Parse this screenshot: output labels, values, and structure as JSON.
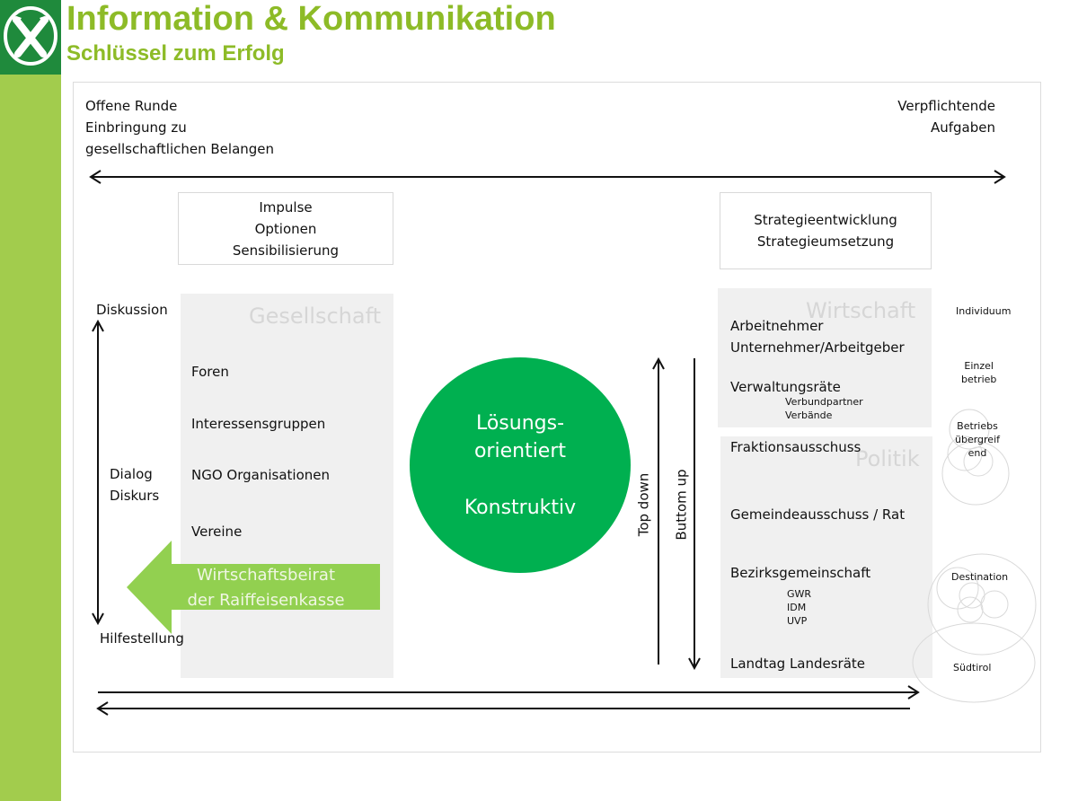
{
  "header": {
    "title": "Information & Kommunikation",
    "subtitle": "Schlüssel zum Erfolg",
    "logo_icon": "raiffeisen-crossed-horse-heads-icon"
  },
  "colors": {
    "brand_dark_green": "#1f8a3c",
    "sidebar_green": "#a2cc4d",
    "title_green": "#8dbb27",
    "circle_green": "#00b050",
    "arrow_green": "#92d050",
    "panel_gray": "#f0f0f0"
  },
  "top_axis": {
    "left_label": [
      "Offene Runde",
      "Einbringung zu",
      "gesellschaftlichen Belangen"
    ],
    "right_label": [
      "Verpflichtende",
      "Aufgaben"
    ]
  },
  "left_box": {
    "lines": [
      "Impulse",
      "Optionen",
      "Sensibilisierung"
    ]
  },
  "right_box": {
    "lines": [
      "Strategieentwicklung",
      "Strategieumsetzung"
    ]
  },
  "left_vertical_axis": {
    "top_label": "Diskussion",
    "middle_label": [
      "Dialog",
      "Diskurs"
    ],
    "bottom_label": "Hilfestellung"
  },
  "gesellschaft": {
    "title": "Gesellschaft",
    "items": [
      "Foren",
      "Interessensgruppen",
      "NGO Organisationen",
      "Vereine"
    ]
  },
  "green_arrow": {
    "lines": [
      "Wirtschaftsbeirat",
      "der Raiffeisenkasse"
    ]
  },
  "center_circle": {
    "line1": "Lösungs-",
    "line2": "orientiert",
    "line3": "Konstruktiv"
  },
  "vertical_arrows": {
    "top_down": "Top down",
    "bottom_up": "Buttom up"
  },
  "wirtschaft": {
    "title": "Wirtschaft",
    "items": [
      "Arbeitnehmer",
      "Unternehmer/Arbeitgeber",
      "Verwaltungsräte"
    ],
    "sub_items": [
      "Verbundpartner",
      "Verbände"
    ]
  },
  "politik": {
    "title": "Politik",
    "items": [
      "Fraktionsausschuss",
      "Gemeindeausschuss / Rat",
      "Bezirksgemeinschaft",
      "Landtag Landesräte"
    ],
    "sub_items": [
      "GWR",
      "IDM",
      "UVP"
    ]
  },
  "scope_labels": {
    "individuum": "Individuum",
    "einzelbetrieb": [
      "Einzel",
      "betrieb"
    ],
    "betriebsuebergreifend": [
      "Betriebs",
      "übergreif",
      "end"
    ],
    "destination": "Destination",
    "suedtirol": "Südtirol"
  }
}
